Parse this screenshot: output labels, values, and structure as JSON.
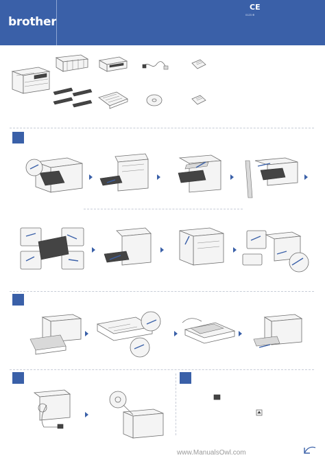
{
  "header": {
    "brand": "brother",
    "ce_mark": "CE",
    "ce_sub": "0123 ⊕"
  },
  "colors": {
    "brand_blue": "#3a60a8",
    "rule_gray": "#c6cbd6"
  },
  "footer": {
    "watermark": "www.ManualsOwl.com"
  },
  "icons": [
    "back-arrow-icon",
    "printer-icon",
    "toner-cartridge-icon",
    "drum-unit-icon",
    "power-cord-icon",
    "cd-rom-icon",
    "document-icon"
  ]
}
